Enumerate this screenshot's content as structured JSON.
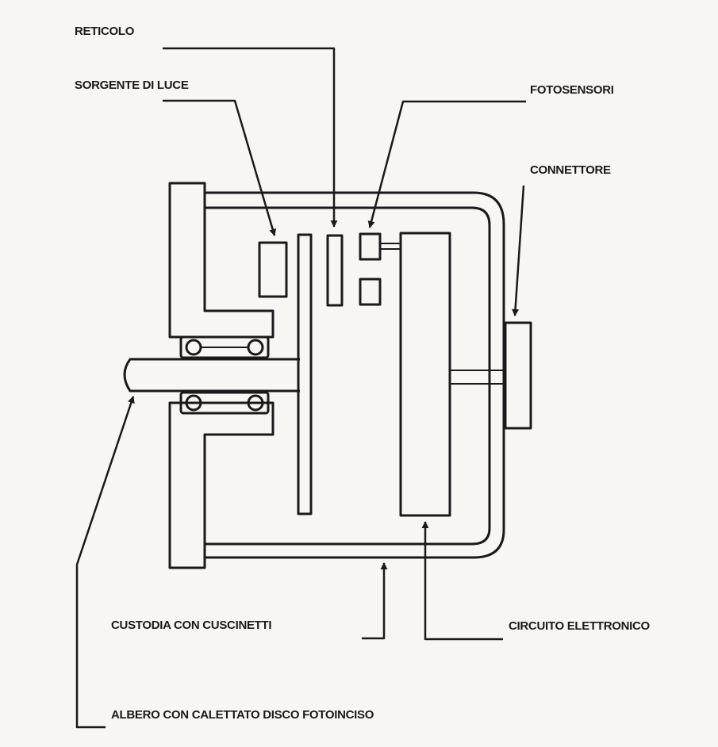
{
  "labels": {
    "reticolo": "RETICOLO",
    "sorgente": "SORGENTE DI LUCE",
    "fotosensori": "FOTOSENSORI",
    "connettore": "CONNETTORE",
    "custodia": "CUSTODIA CON CUSCINETTI",
    "circuito": "CIRCUITO ELETTRONICO",
    "albero": "ALBERO CON CALETTATO DISCO FOTOINCISO"
  },
  "colors": {
    "ink": "#1a1a1a",
    "paper": "#f7f6f3"
  }
}
